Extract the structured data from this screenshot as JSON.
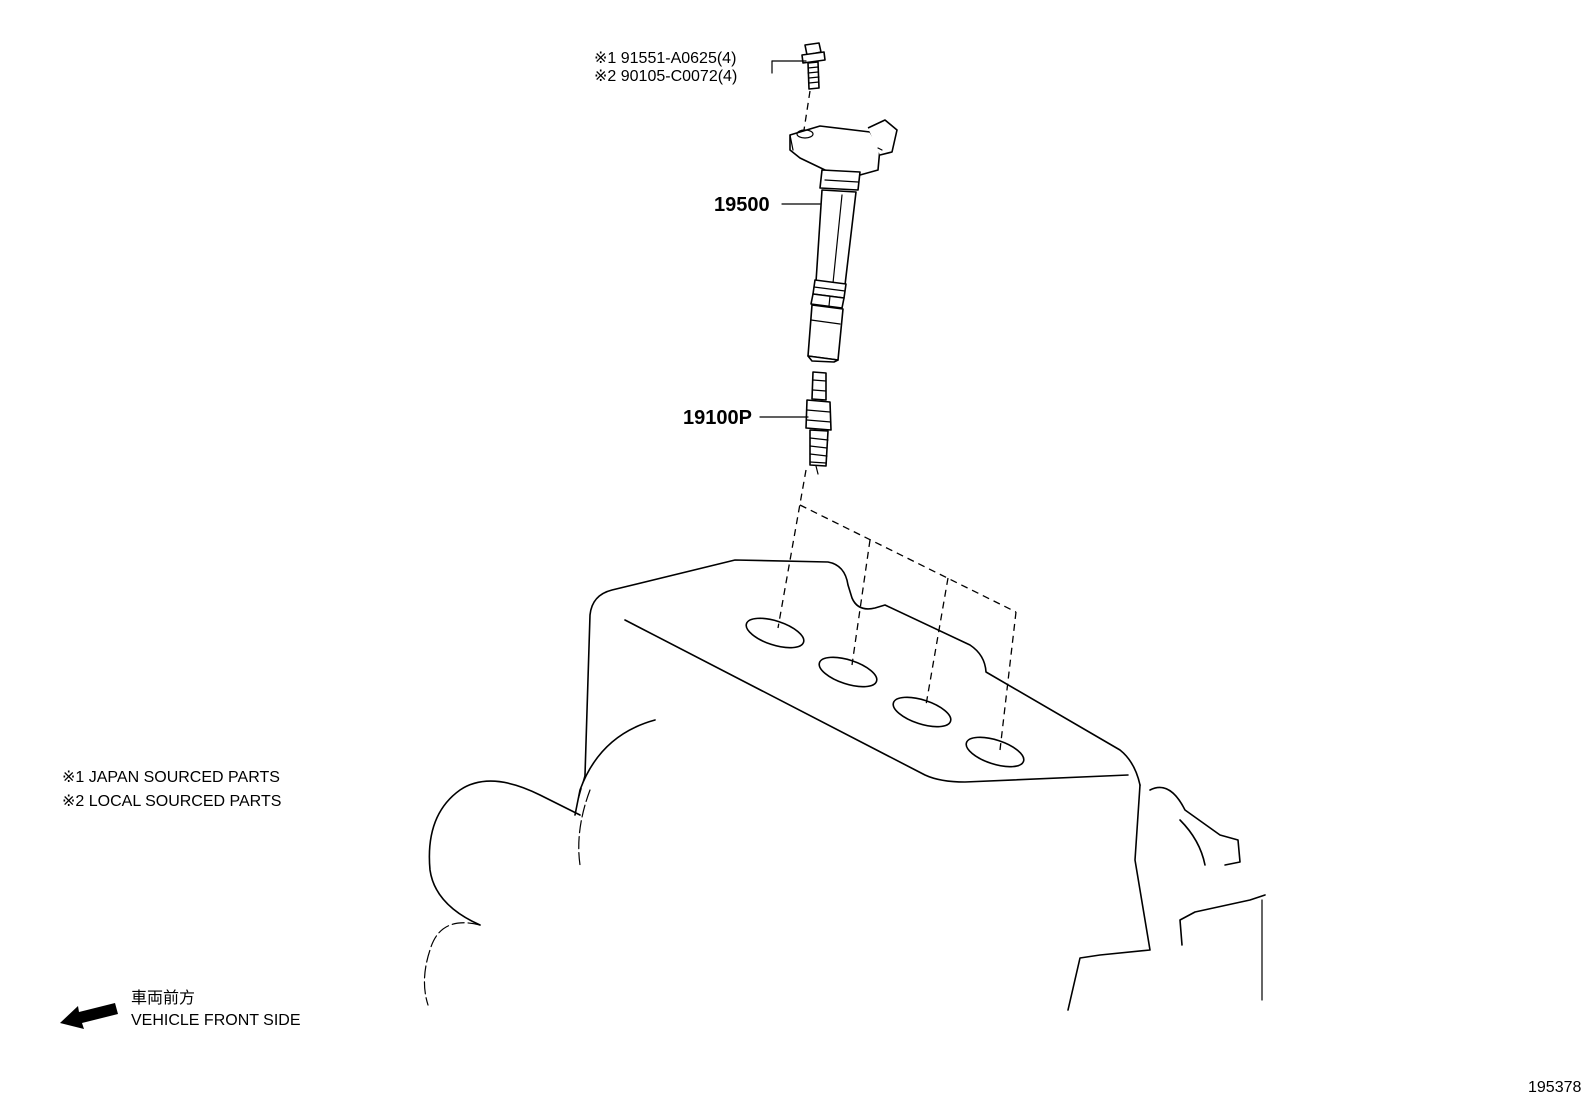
{
  "parts": {
    "bolt_japan": "※1 91551-A0625(4)",
    "bolt_local": "※2 90105-C0072(4)",
    "ignition_coil": "19500",
    "spark_plug": "19100P"
  },
  "notes": {
    "japan": "※1 JAPAN SOURCED PARTS",
    "local": "※2 LOCAL SOURCED PARTS"
  },
  "front": {
    "japanese": "車両前方",
    "english": "VEHICLE FRONT SIDE"
  },
  "figure_number": "195378"
}
